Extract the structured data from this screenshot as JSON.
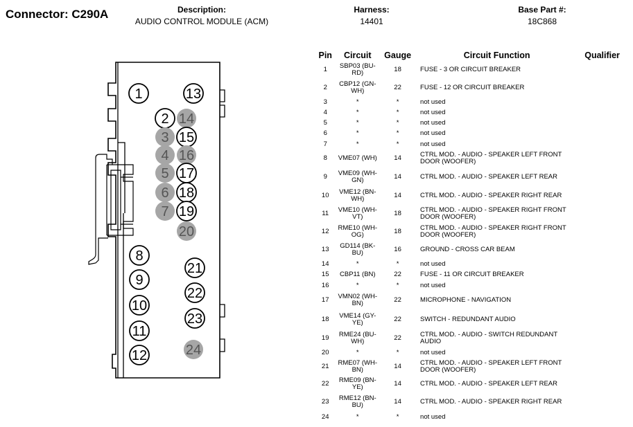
{
  "header": {
    "connector_title": "Connector: C290A",
    "description_label": "Description:",
    "description_value": "AUDIO CONTROL MODULE (ACM)",
    "harness_label": "Harness:",
    "harness_value": "14401",
    "base_part_label": "Base Part #:",
    "base_part_value": "18C868"
  },
  "colors": {
    "unused_pin_fill": "#a6a6a6",
    "used_pin_fill": "#ffffff",
    "outline": "#000000"
  },
  "connector_pins": [
    {
      "label": "1",
      "used": true
    },
    {
      "label": "2",
      "used": true
    },
    {
      "label": "3",
      "used": false
    },
    {
      "label": "4",
      "used": false
    },
    {
      "label": "5",
      "used": false
    },
    {
      "label": "6",
      "used": false
    },
    {
      "label": "7",
      "used": false
    },
    {
      "label": "8",
      "used": true
    },
    {
      "label": "9",
      "used": true
    },
    {
      "label": "10",
      "used": true
    },
    {
      "label": "11",
      "used": true
    },
    {
      "label": "12",
      "used": true
    },
    {
      "label": "13",
      "used": true
    },
    {
      "label": "14",
      "used": false
    },
    {
      "label": "15",
      "used": true
    },
    {
      "label": "16",
      "used": false
    },
    {
      "label": "17",
      "used": true
    },
    {
      "label": "18",
      "used": true
    },
    {
      "label": "19",
      "used": true
    },
    {
      "label": "20",
      "used": false
    },
    {
      "label": "21",
      "used": true
    },
    {
      "label": "22",
      "used": true
    },
    {
      "label": "23",
      "used": true
    },
    {
      "label": "24",
      "used": false
    }
  ],
  "table": {
    "columns": [
      "Pin",
      "Circuit",
      "Gauge",
      "Circuit Function",
      "Qualifier"
    ],
    "rows": [
      {
        "pin": "1",
        "circuit": "SBP03 (BU-RD)",
        "gauge": "18",
        "function": "FUSE - 3 OR CIRCUIT BREAKER"
      },
      {
        "pin": "2",
        "circuit": "CBP12 (GN-WH)",
        "gauge": "22",
        "function": "FUSE - 12 OR CIRCUIT BREAKER"
      },
      {
        "pin": "3",
        "circuit": "*",
        "gauge": "*",
        "function": "not used"
      },
      {
        "pin": "4",
        "circuit": "*",
        "gauge": "*",
        "function": "not used"
      },
      {
        "pin": "5",
        "circuit": "*",
        "gauge": "*",
        "function": "not used"
      },
      {
        "pin": "6",
        "circuit": "*",
        "gauge": "*",
        "function": "not used"
      },
      {
        "pin": "7",
        "circuit": "*",
        "gauge": "*",
        "function": "not used"
      },
      {
        "pin": "8",
        "circuit": "VME07 (WH)",
        "gauge": "14",
        "function": "CTRL MOD. - AUDIO - SPEAKER LEFT FRONT DOOR (WOOFER)"
      },
      {
        "pin": "9",
        "circuit": "VME09 (WH-GN)",
        "gauge": "14",
        "function": "CTRL MOD. - AUDIO - SPEAKER LEFT REAR"
      },
      {
        "pin": "10",
        "circuit": "VME12 (BN-WH)",
        "gauge": "14",
        "function": "CTRL MOD. - AUDIO - SPEAKER RIGHT REAR"
      },
      {
        "pin": "11",
        "circuit": "VME10 (WH-VT)",
        "gauge": "18",
        "function": "CTRL MOD. - AUDIO - SPEAKER RIGHT FRONT DOOR (WOOFER)"
      },
      {
        "pin": "12",
        "circuit": "RME10 (WH-OG)",
        "gauge": "18",
        "function": "CTRL MOD. - AUDIO - SPEAKER RIGHT FRONT DOOR (WOOFER)"
      },
      {
        "pin": "13",
        "circuit": "GD114 (BK-BU)",
        "gauge": "16",
        "function": "GROUND - CROSS CAR BEAM"
      },
      {
        "pin": "14",
        "circuit": "*",
        "gauge": "*",
        "function": "not used"
      },
      {
        "pin": "15",
        "circuit": "CBP11 (BN)",
        "gauge": "22",
        "function": "FUSE - 11 OR CIRCUIT BREAKER"
      },
      {
        "pin": "16",
        "circuit": "*",
        "gauge": "*",
        "function": "not used"
      },
      {
        "pin": "17",
        "circuit": "VMN02 (WH-BN)",
        "gauge": "22",
        "function": "MICROPHONE - NAVIGATION"
      },
      {
        "pin": "18",
        "circuit": "VME14 (GY-YE)",
        "gauge": "22",
        "function": "SWITCH - REDUNDANT AUDIO"
      },
      {
        "pin": "19",
        "circuit": "RME24 (BU-WH)",
        "gauge": "22",
        "function": "CTRL MOD. - AUDIO - SWITCH REDUNDANT AUDIO"
      },
      {
        "pin": "20",
        "circuit": "*",
        "gauge": "*",
        "function": "not used"
      },
      {
        "pin": "21",
        "circuit": "RME07 (WH-BN)",
        "gauge": "14",
        "function": "CTRL MOD. - AUDIO - SPEAKER LEFT FRONT DOOR (WOOFER)"
      },
      {
        "pin": "22",
        "circuit": "RME09 (BN-YE)",
        "gauge": "14",
        "function": "CTRL MOD. - AUDIO - SPEAKER LEFT REAR"
      },
      {
        "pin": "23",
        "circuit": "RME12 (BN-BU)",
        "gauge": "14",
        "function": "CTRL MOD. - AUDIO - SPEAKER RIGHT REAR"
      },
      {
        "pin": "24",
        "circuit": "*",
        "gauge": "*",
        "function": "not used"
      }
    ]
  }
}
